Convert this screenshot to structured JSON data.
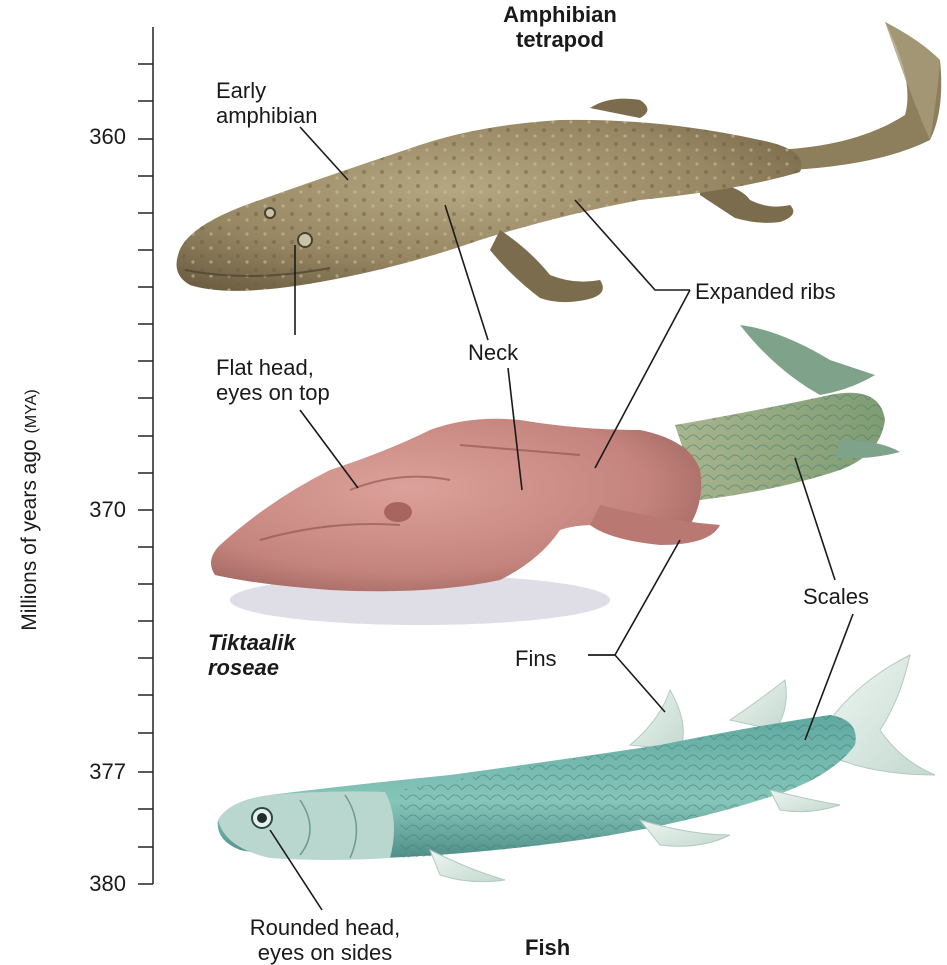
{
  "axis": {
    "title": "Millions of years ago",
    "unit": "(MYA)",
    "tick_labels": [
      {
        "value": 360,
        "label": "360"
      },
      {
        "value": 370,
        "label": "370"
      },
      {
        "value": 377,
        "label": "377"
      },
      {
        "value": 380,
        "label": "380"
      }
    ],
    "range": [
      357,
      380
    ]
  },
  "organisms": {
    "top": {
      "title_line1": "Amphibian",
      "title_line2": "tetrapod"
    },
    "middle": {
      "title_line1": "Tiktaalik",
      "title_line2": "roseae"
    },
    "bottom": {
      "title": "Fish"
    }
  },
  "labels": {
    "early_amphibian": {
      "line1": "Early",
      "line2": "amphibian"
    },
    "expanded_ribs": "Expanded ribs",
    "neck": "Neck",
    "flat_head": {
      "line1": "Flat head,",
      "line2": "eyes on top"
    },
    "scales": "Scales",
    "fins": "Fins",
    "rounded_head": {
      "line1": "Rounded head,",
      "line2": "eyes on sides"
    }
  },
  "colors": {
    "amphibian_body": "#9a8a66",
    "tiktaalik_body": "#c98b85",
    "tiktaalik_tail": "#8ea77e",
    "fish_body": "#7fbfb4",
    "fish_fin": "#d9e8e2"
  }
}
